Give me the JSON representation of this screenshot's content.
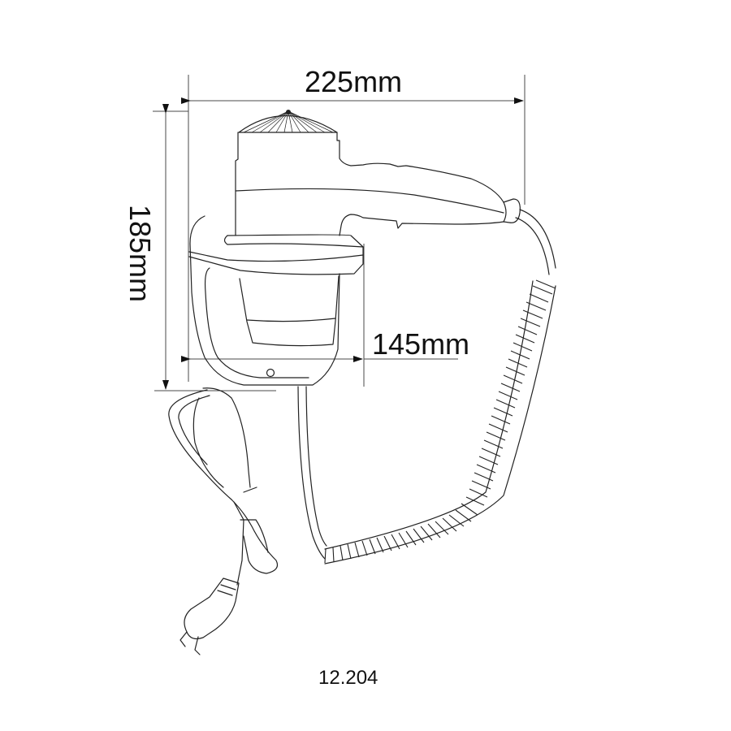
{
  "drawing": {
    "subject": "wall-mounted hair dryer with holder, coiled cord and power plug",
    "dimensions": {
      "width": "225mm",
      "height": "185mm",
      "depth": "145mm"
    },
    "model_number": "12.204",
    "colors": {
      "background": "#ffffff",
      "line": "#222222",
      "dimension_line": "#4a4a4a",
      "text": "#111111"
    }
  }
}
